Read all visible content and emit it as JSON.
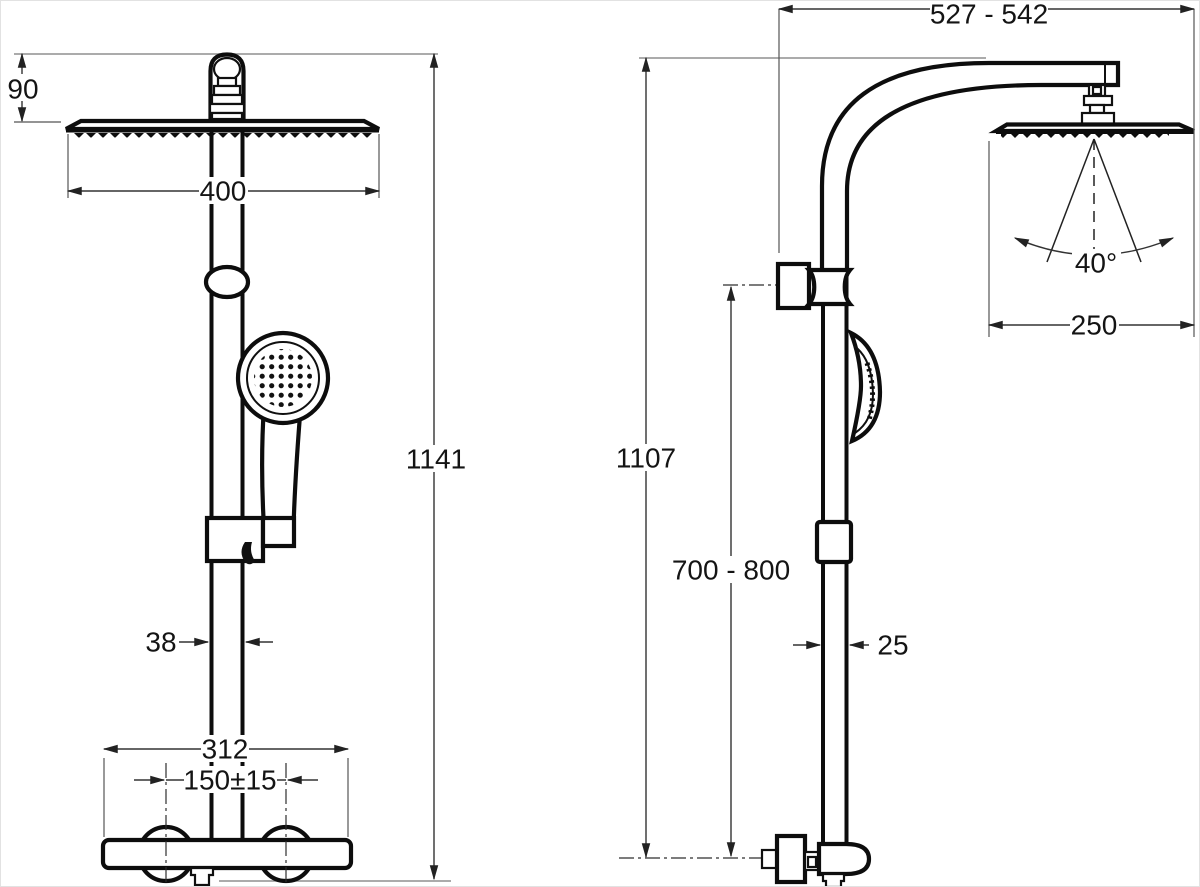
{
  "drawing": {
    "background": "#ffffff",
    "object_line_color": "#0d0d0d",
    "dimension_line_color": "#333333",
    "reference_line_color": "#8f8f8f"
  },
  "front_view": {
    "dimensions": {
      "head_offset_height": "90",
      "head_width": "400",
      "overall_height": "1141",
      "slide_rail_width": "38",
      "mixer_width": "312",
      "supply_spacing": "150±15"
    }
  },
  "side_view": {
    "dimensions": {
      "arm_projection": "527 - 542",
      "column_height": "1107",
      "mixer_install_height": "700 - 800",
      "column_tube_width": "25",
      "spray_angle": "40°",
      "head_depth": "250"
    }
  }
}
